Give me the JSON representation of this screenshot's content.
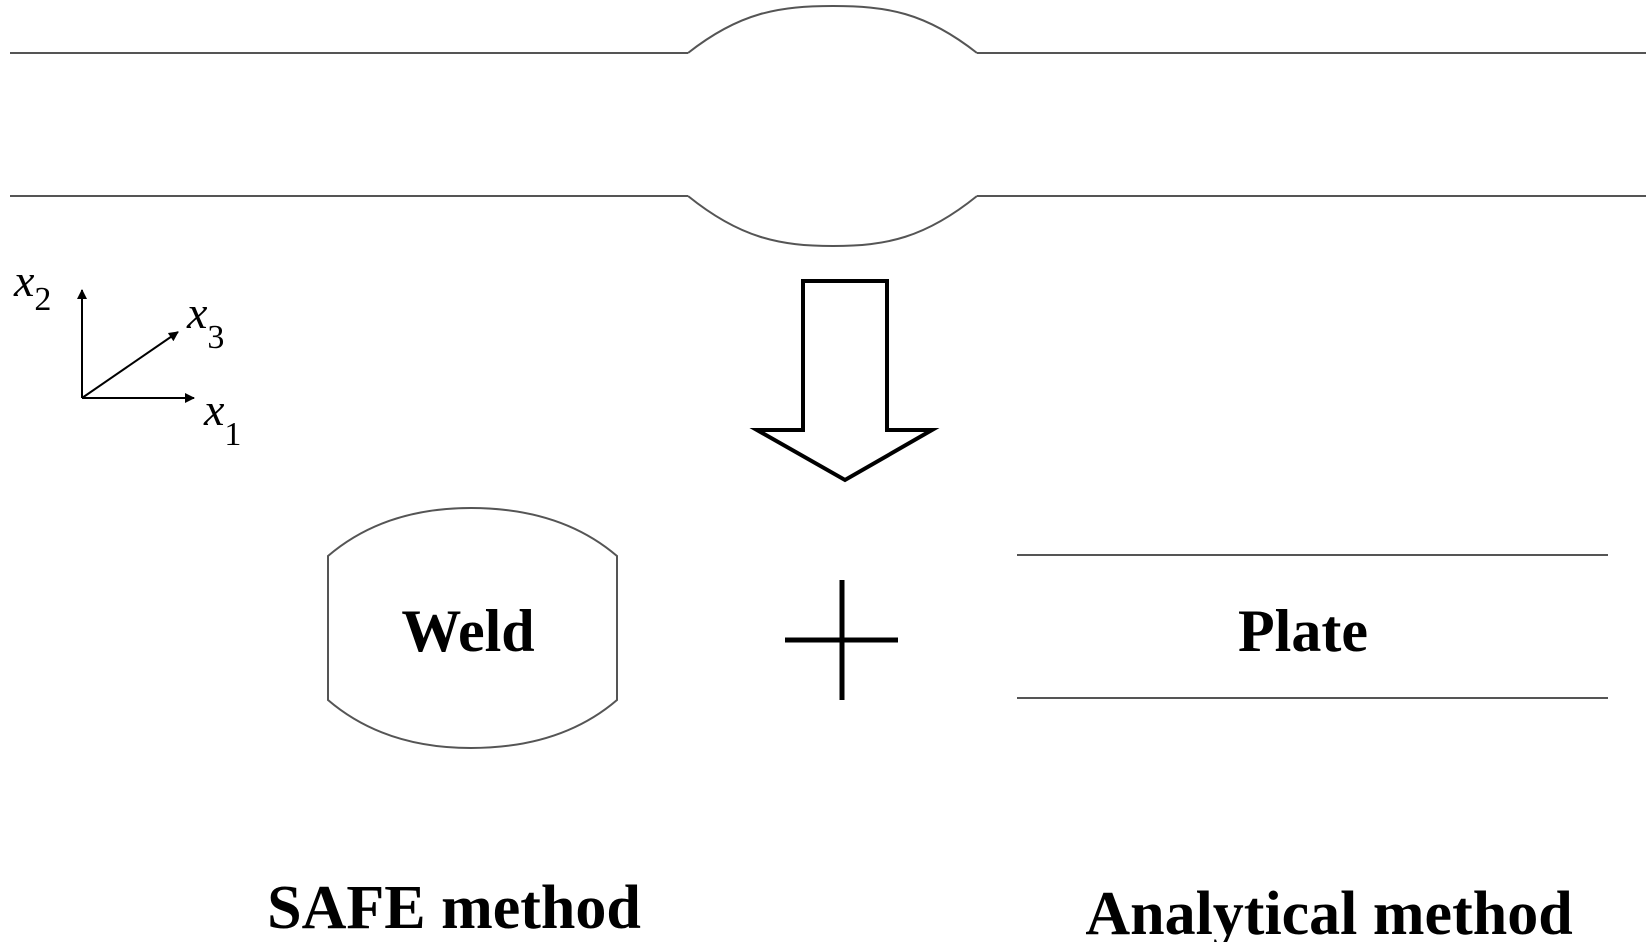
{
  "axes": {
    "x1": {
      "letter": "x",
      "subscript": "1"
    },
    "x2": {
      "letter": "x",
      "subscript": "2"
    },
    "x3": {
      "letter": "x",
      "subscript": "3"
    }
  },
  "labels": {
    "weld": "Weld",
    "plate": "Plate",
    "safe_method": "SAFE method",
    "analytical_method": "Analytical method"
  },
  "colors": {
    "stroke": "#000000",
    "outline": "#555555",
    "background": "#ffffff"
  }
}
